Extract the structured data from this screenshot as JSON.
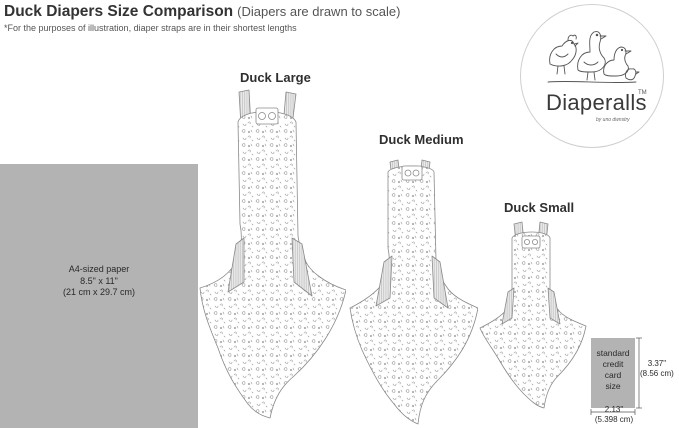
{
  "header": {
    "title": "Duck Diapers Size Comparison",
    "subtitle": "(Diapers are drawn to scale)",
    "footnote": "*For the purposes of illustration, diaper straps are in their shortest lengths"
  },
  "logo": {
    "brand": "Diaperalls",
    "trademark": "TM",
    "tagline": "by uno dwnstry"
  },
  "paper": {
    "line1": "A4-sized paper",
    "line2": "8.5\" x 11\"",
    "line3": "(21 cm x 29.7 cm)",
    "color": "#b3b3b3"
  },
  "diapers": {
    "large": {
      "label": "Duck Large"
    },
    "medium": {
      "label": "Duck Medium"
    },
    "small": {
      "label": "Duck Small"
    }
  },
  "card": {
    "line1": "standard",
    "line2": "credit",
    "line3": "card",
    "line4": "size",
    "height_in": "3.37\"",
    "height_cm": "(8.56 cm)",
    "width_in": "2.13\"",
    "width_cm": "(5.398 cm)"
  },
  "colors": {
    "outline": "#8a8a8a",
    "strap": "#d0d0d0",
    "pattern": "#9a9a9a",
    "text": "#2b2b2b"
  }
}
